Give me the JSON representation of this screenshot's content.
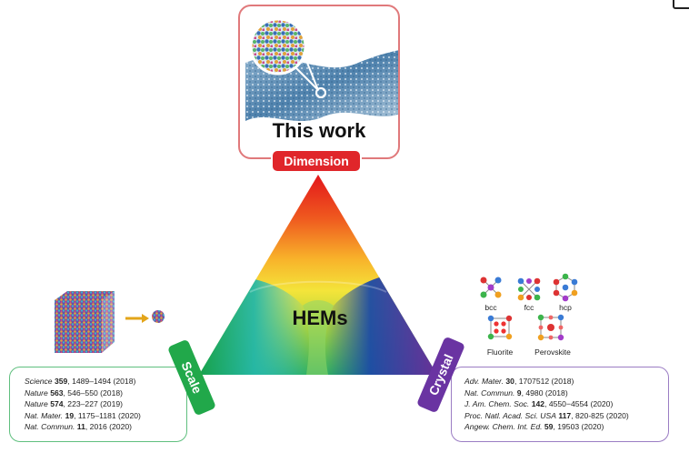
{
  "top_card": {
    "title": "This work",
    "tag": "Dimension"
  },
  "center_label": "HEMs",
  "scale": {
    "tag": "Scale",
    "refs": [
      {
        "journal": "Science",
        "volume": "359",
        "rest": ", 1489–1494 (2018)"
      },
      {
        "journal": "Nature",
        "volume": "563",
        "rest": ", 546–550 (2018)"
      },
      {
        "journal": "Nature",
        "volume": "574",
        "rest": ", 223–227 (2019)"
      },
      {
        "journal": "Nat. Mater.",
        "volume": "19",
        "rest": ", 1175–1181 (2020)"
      },
      {
        "journal": "Nat. Commun.",
        "volume": "11",
        "rest": ", 2016 (2020)"
      }
    ]
  },
  "crystal": {
    "tag": "Crystal",
    "phases": [
      "bcc",
      "fcc",
      "hcp",
      "Fluorite",
      "Perovskite"
    ],
    "refs": [
      {
        "journal": "Adv. Mater.",
        "volume": "30",
        "rest": ", 1707512 (2018)"
      },
      {
        "journal": "Nat. Commun.",
        "volume": "9",
        "rest": ", 4980 (2018)"
      },
      {
        "journal": "J. Am. Chem. Soc.",
        "volume": "142",
        "rest": ", 4550−4554 (2020)"
      },
      {
        "journal": "Proc. Natl. Acad. Sci. USA",
        "volume": "117",
        "rest": ", 820-825 (2020)"
      },
      {
        "journal": "Angew. Chem. Int. Ed.",
        "volume": "59",
        "rest": ", 19503 (2020)"
      }
    ]
  }
}
